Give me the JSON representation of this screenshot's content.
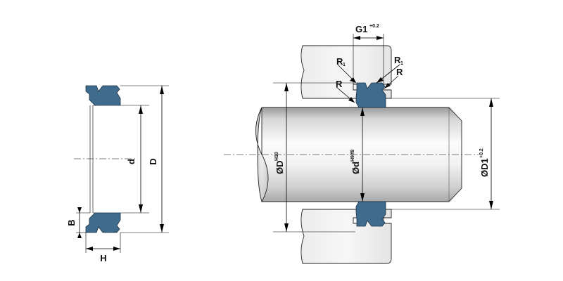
{
  "left_view": {
    "labels": {
      "d": "d",
      "D": "D",
      "B": "B",
      "H": "H"
    }
  },
  "right_view": {
    "labels": {
      "G1": "G1",
      "G1_tol": "+0.2",
      "R1_top": "R",
      "R1_top_sub": "1",
      "R1_right": "R",
      "R1_right_sub": "1",
      "R_right": "R",
      "R_left": "R",
      "phi_D": "ØD",
      "phi_D_tol": "H10",
      "phi_d": "Ød",
      "phi_d_tol": "H9/f8",
      "phi_D1": "ØD1",
      "phi_D1_tol": "+0.2"
    }
  },
  "colors": {
    "seal": "#3f6b8c",
    "housing": "#e6e6e6",
    "shaft_light": "#fbfbfb",
    "shaft_dark": "#bdbdbd"
  }
}
